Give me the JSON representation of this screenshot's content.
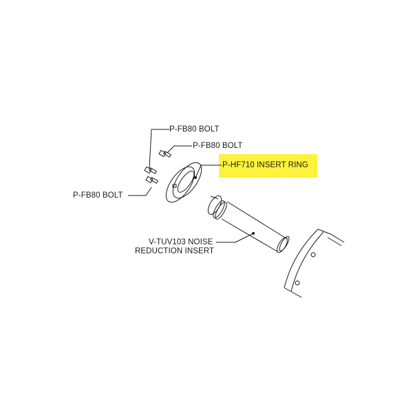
{
  "parts": [
    {
      "id": "bolt-top",
      "label": "P-FB80  BOLT"
    },
    {
      "id": "bolt-middle",
      "label": "P-FB80  BOLT"
    },
    {
      "id": "insert-ring",
      "label": "P-HF710  INSERT RING",
      "highlighted": true
    },
    {
      "id": "bolt-left",
      "label": "P-FB80  BOLT"
    },
    {
      "id": "noise-insert",
      "label_line1": "V-TUV103 NOISE",
      "label_line2": "REDUCTION INSERT"
    }
  ],
  "colors": {
    "highlight": "#fff23a",
    "line": "#1a1a1a"
  }
}
